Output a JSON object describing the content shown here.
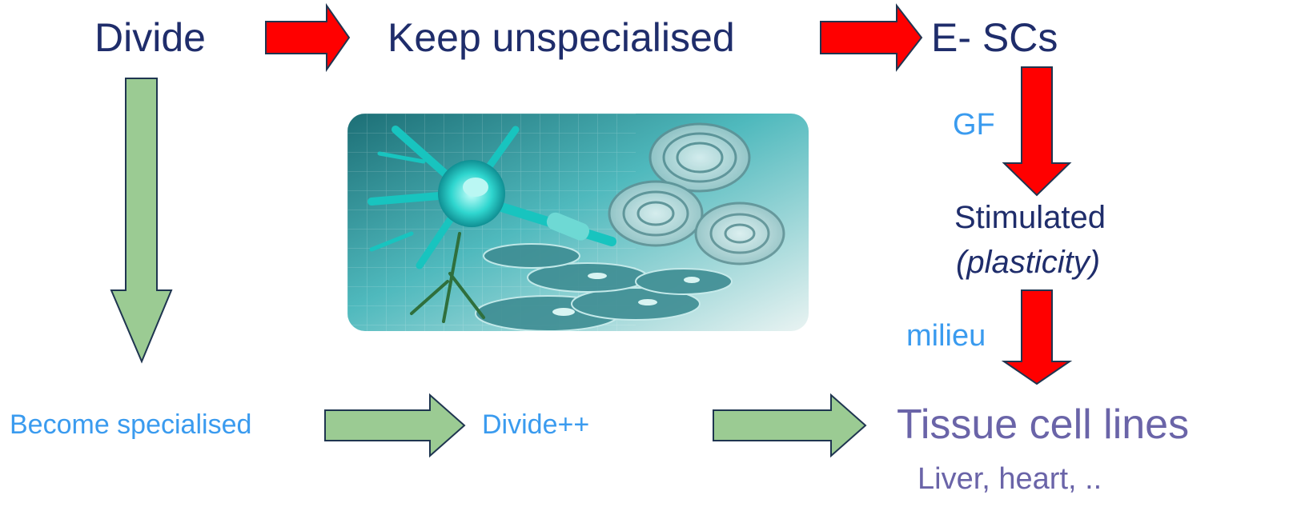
{
  "top_row": {
    "divide": "Divide",
    "keep": "Keep unspecialised",
    "escs": "E- SCs"
  },
  "right_column": {
    "gf": "GF",
    "stimulated": "Stimulated",
    "plasticity": "(plasticity)",
    "milieu": "milieu"
  },
  "bottom_row": {
    "specialised": "Become specialised",
    "divide_pp": "Divide++",
    "tissue": "Tissue cell lines",
    "examples": "Liver, heart, .."
  },
  "colors": {
    "red_arrow": "#ff0000",
    "green_arrow": "#9bcb93",
    "navy_text": "#1f2d6b",
    "blue_text": "#3a9bef",
    "purple_text": "#6a64a8"
  },
  "image": {
    "subject": "stem-cell-illustration"
  }
}
